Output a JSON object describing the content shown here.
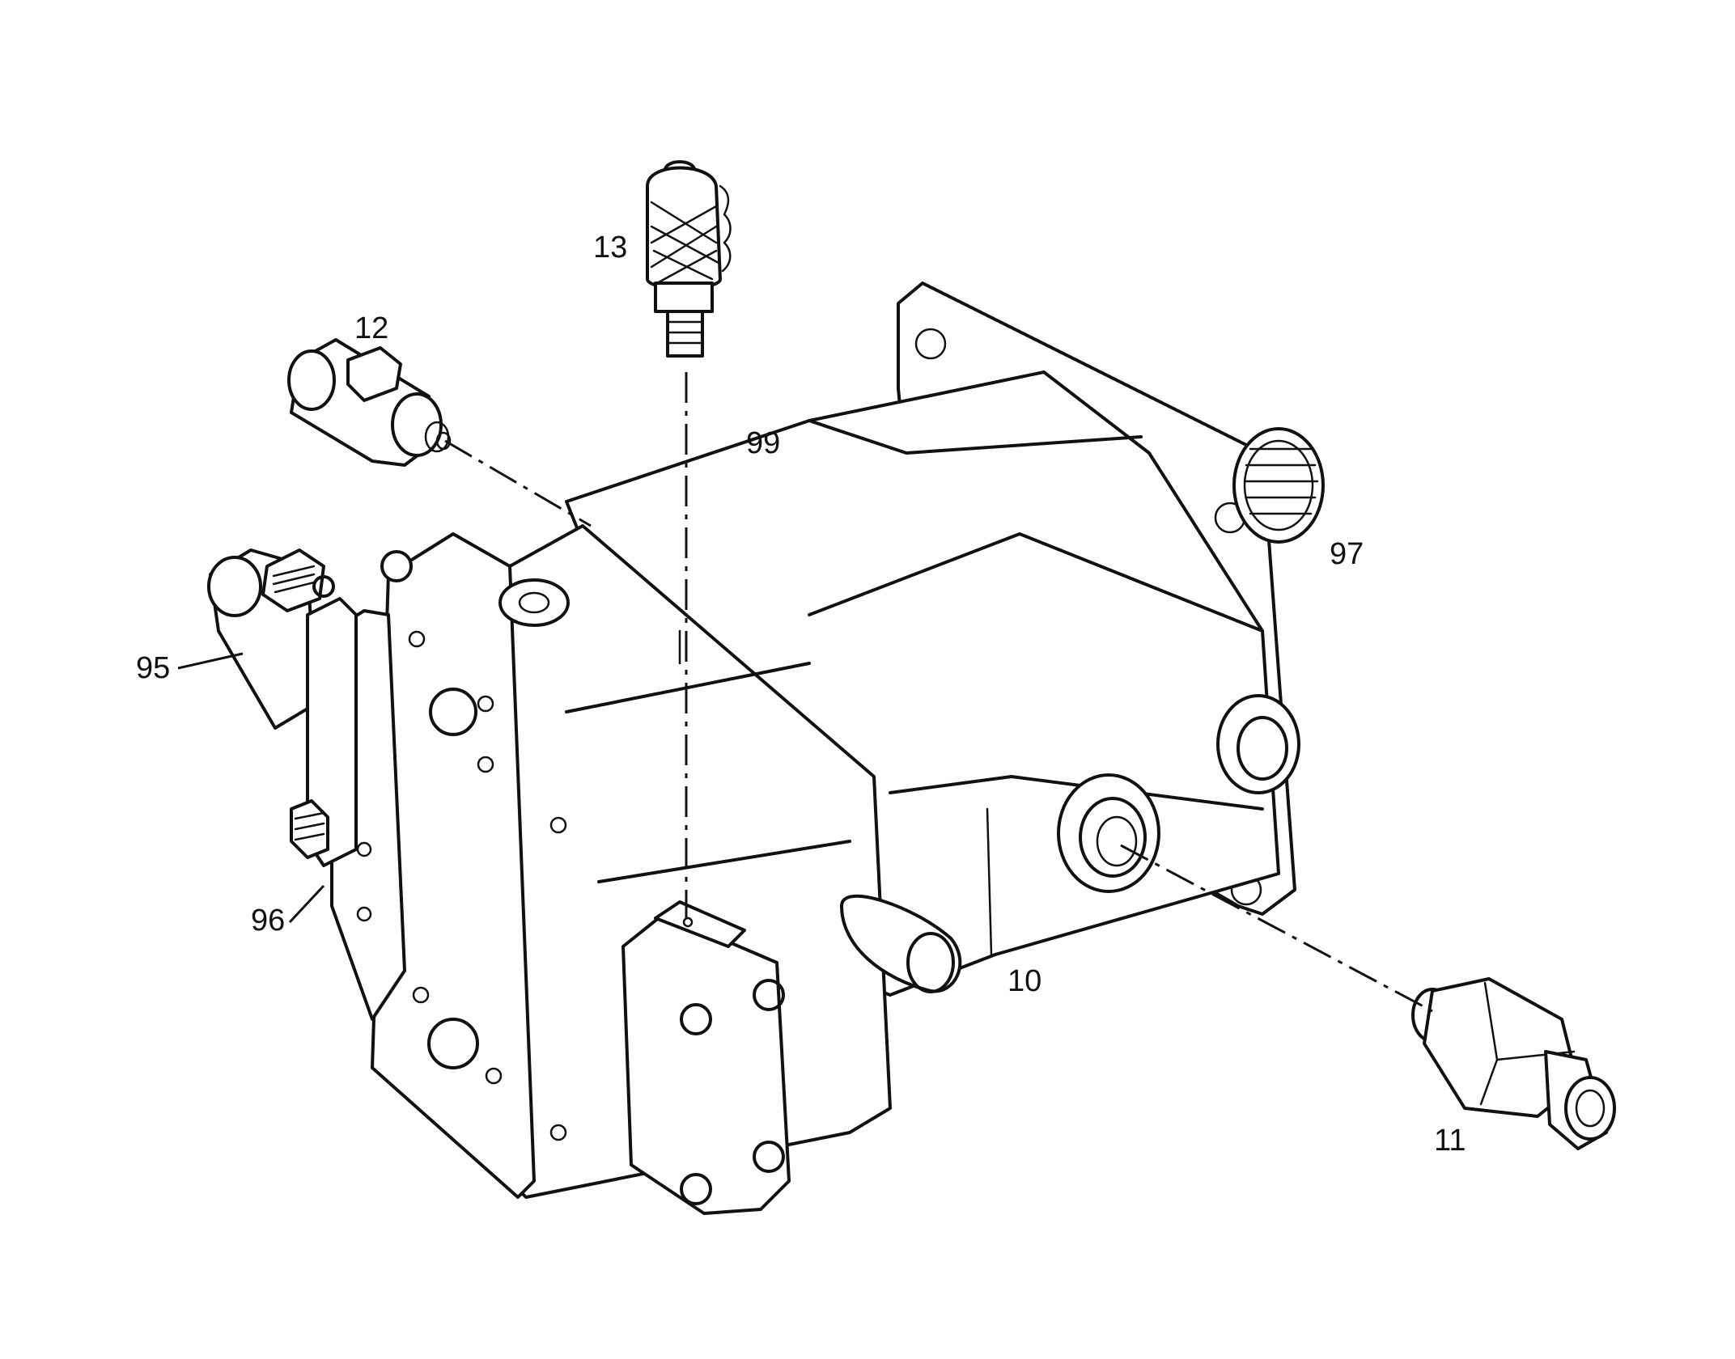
{
  "diagram": {
    "ink_color": "#111111",
    "background": "#ffffff",
    "callouts": [
      {
        "id": "13",
        "text": "13"
      },
      {
        "id": "12",
        "text": "12"
      },
      {
        "id": "99",
        "text": "99"
      },
      {
        "id": "97",
        "text": "97"
      },
      {
        "id": "95",
        "text": "95"
      },
      {
        "id": "96",
        "text": "96"
      },
      {
        "id": "10",
        "text": "10"
      },
      {
        "id": "11",
        "text": "11"
      }
    ]
  }
}
